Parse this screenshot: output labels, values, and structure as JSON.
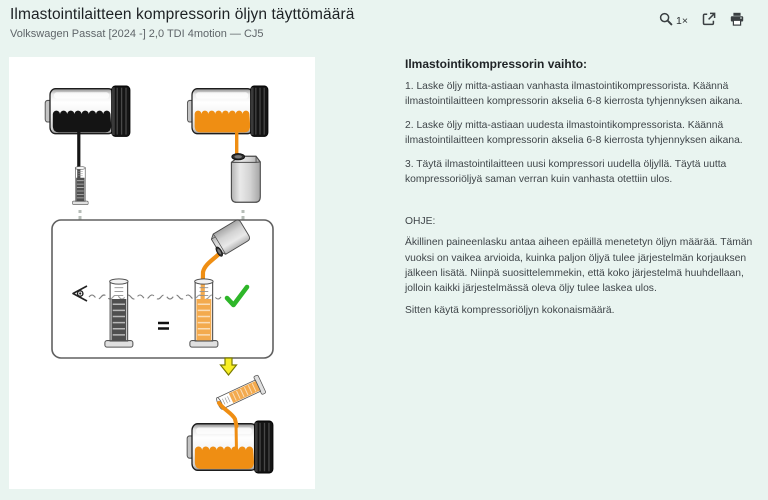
{
  "header": {
    "title": "Ilmastointilaitteen kompressorin öljyn täyttömäärä",
    "subtitle": "Volkswagen Passat [2024 -] 2,0 TDI 4motion — CJ5"
  },
  "toolbar": {
    "zoom_level": "1×"
  },
  "article": {
    "heading": "Ilmastointikompressorin vaihto:",
    "steps": [
      "1. Laske öljy mitta-astiaan vanhasta ilmastointikompressorista. Käännä ilmastointilaitteen kompressorin akselia 6-8 kierrosta tyhjennyksen aikana.",
      "2. Laske öljy mitta-astiaan uudesta ilmastointikompressorista. Käännä ilmastointilaitteen kompressorin akselia 6-8 kierrosta tyhjennyksen aikana.",
      "3. Täytä ilmastointilaitteen uusi kompressori uudella öljyllä. Täytä uutta kompressoriöljyä saman verran kuin vanhasta otettiin ulos."
    ],
    "note_label": "OHJE:",
    "note_body": "Äkillinen paineenlasku antaa aiheen epäillä menetetyn öljyn määrää. Tämän vuoksi on vaikea arvioida, kuinka paljon öljyä tulee järjestelmän korjauksen jälkeen lisätä. Niinpä suosittelemmekin, että koko järjestelmä huuhdellaan, jolloin kaikki järjestelmässä oleva öljy tulee laskea ulos.",
    "note_footer": "Sitten käytä kompressoriöljyn kokonaismäärä."
  },
  "colors": {
    "page_background": "#e9f4f0",
    "panel_background": "#ffffff",
    "old_oil_black": "#141414",
    "new_oil_orange": "#ef8e13",
    "check_green": "#2eb629",
    "arrow_yellow": "#f8ef25"
  }
}
